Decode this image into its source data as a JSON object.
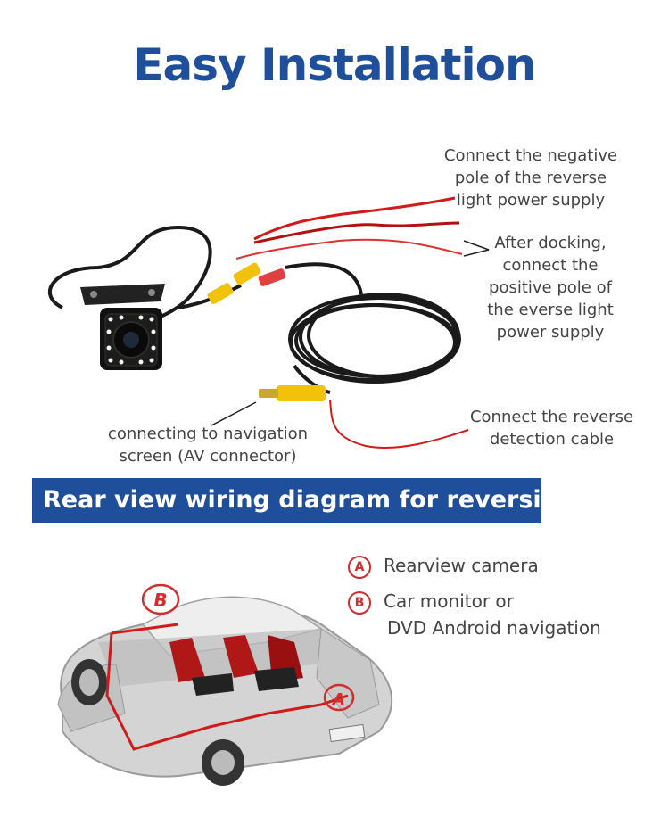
{
  "title": "Easy Installation",
  "callouts": {
    "negative": "Connect the negative pole of the reverse light power supply",
    "positive": "After docking, connect the positive pole of the everse light power supply",
    "av": "connecting to navigation screen (AV connector)",
    "reverse": "Connect the reverse detection cable"
  },
  "banner": "Rear view wiring diagram for reversing",
  "legend": {
    "a_marker": "A",
    "a_label": "Rearview camera",
    "b_marker": "B",
    "b_label_line1": "Car monitor or",
    "b_label_line2": "DVD Android navigation"
  },
  "car_markers": {
    "a": "A",
    "b": "B"
  },
  "colors": {
    "title": "#1f4e9a",
    "banner": "#1f4e9a",
    "marker": "#d52b2b",
    "wire_red": "#d21a1a",
    "rca_yellow": "#f2c20a"
  }
}
